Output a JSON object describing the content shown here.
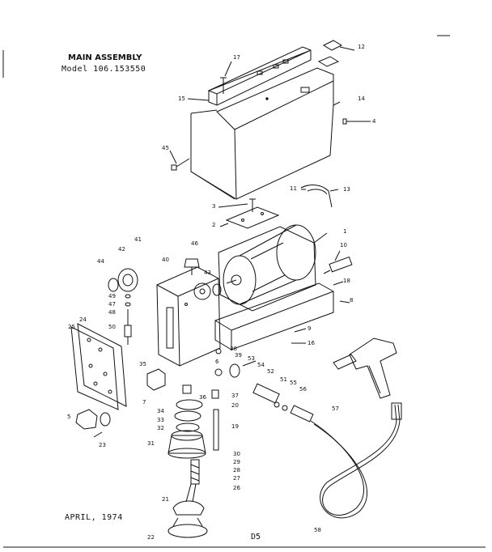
{
  "title": "MAIN ASSEMBLY",
  "model": "Model 106.153550",
  "date": "APRIL, 1974",
  "page_number": "D5",
  "callouts": [
    "1",
    "2",
    "3",
    "4",
    "5",
    "6",
    "7",
    "8",
    "9",
    "10",
    "11",
    "12",
    "13",
    "14",
    "15",
    "16",
    "17",
    "18",
    "19",
    "20",
    "21",
    "22",
    "23",
    "24",
    "25",
    "26",
    "27",
    "28",
    "29",
    "30",
    "31",
    "32",
    "33",
    "34",
    "35",
    "36",
    "37",
    "38",
    "39",
    "40",
    "41",
    "42",
    "43",
    "44",
    "45",
    "46",
    "47",
    "48",
    "49",
    "50",
    "51",
    "52",
    "53",
    "54",
    "55",
    "56",
    "57",
    "58"
  ]
}
